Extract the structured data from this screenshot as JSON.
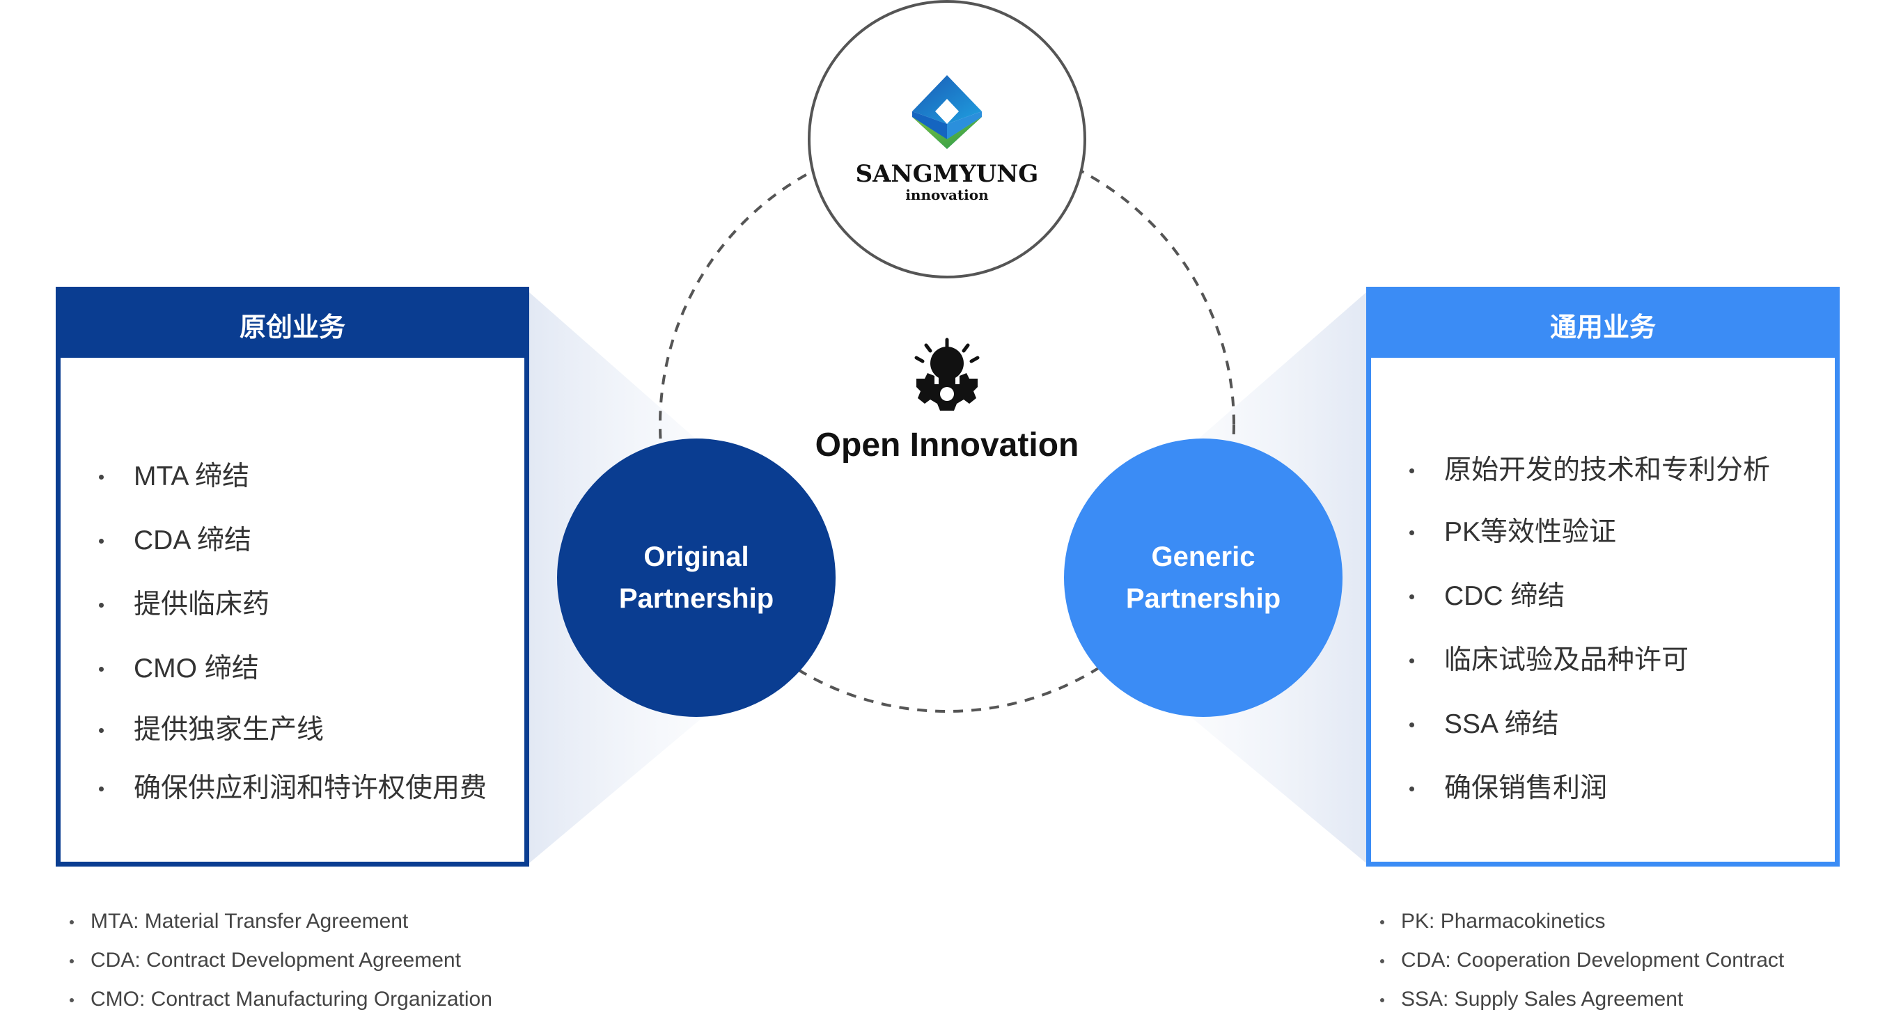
{
  "logo": {
    "wordmark": "SANGMYUNG",
    "subtitle": "innovation"
  },
  "center": {
    "title": "Open Innovation",
    "icon": "lightbulb-gear-icon"
  },
  "original": {
    "line1": "Original",
    "line2": "Partnership"
  },
  "generic": {
    "line1": "Generic",
    "line2": "Partnership"
  },
  "left_box": {
    "title": "原创业务",
    "items": [
      "MTA 缔结",
      "CDA 缔结",
      "提供临床药",
      "CMO 缔结",
      "提供独家生产线",
      "确保供应利润和特许权使用费"
    ]
  },
  "right_box": {
    "title": "通用业务",
    "items": [
      "原始开发的技术和专利分析",
      "PK等效性验证",
      "CDC 缔结",
      "临床试验及品种许可",
      "SSA 缔结",
      "确保销售利润"
    ]
  },
  "left_notes": [
    "MTA: Material Transfer Agreement",
    "CDA: Contract Development Agreement",
    "CMO: Contract Manufacturing Organization"
  ],
  "right_notes": [
    "PK: Pharmacokinetics",
    "CDA: Cooperation Development Contract",
    "SSA: Supply Sales Agreement"
  ],
  "colors": {
    "dark_blue": "#0a3d91",
    "light_blue": "#3b8cf5",
    "logo_green": "#3aa648"
  }
}
